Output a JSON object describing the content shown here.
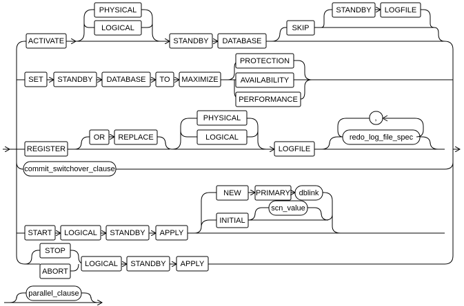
{
  "diagram": {
    "keywords": {
      "activate": "ACTIVATE",
      "physical_1": "PHYSICAL",
      "logical_1": "LOGICAL",
      "standby_1": "STANDBY",
      "database_1": "DATABASE",
      "skip": "SKIP",
      "standby_2": "STANDBY",
      "logfile_1": "LOGFILE",
      "set": "SET",
      "standby_3": "STANDBY",
      "database_2": "DATABASE",
      "to": "TO",
      "maximize": "MAXIMIZE",
      "protection": "PROTECTION",
      "availability": "AVAILABILITY",
      "performance": "PERFORMANCE",
      "register": "REGISTER",
      "or": "OR",
      "replace": "REPLACE",
      "physical_2": "PHYSICAL",
      "logical_2": "LOGICAL",
      "logfile_2": "LOGFILE",
      "comma": ",",
      "new": "NEW",
      "primary": "PRIMARY",
      "initial": "INITIAL",
      "start": "START",
      "logical_3": "LOGICAL",
      "standby_4": "STANDBY",
      "apply_1": "APPLY",
      "stop": "STOP",
      "abort": "ABORT",
      "logical_4": "LOGICAL",
      "standby_5": "STANDBY",
      "apply_2": "APPLY"
    },
    "nonterminals": {
      "redo_log_file_spec": "redo_log_file_spec",
      "commit_switchover_clause": "commit_switchover_clause",
      "dblink": "dblink",
      "scn_value": "scn_value",
      "parallel_clause": "parallel_clause"
    }
  }
}
